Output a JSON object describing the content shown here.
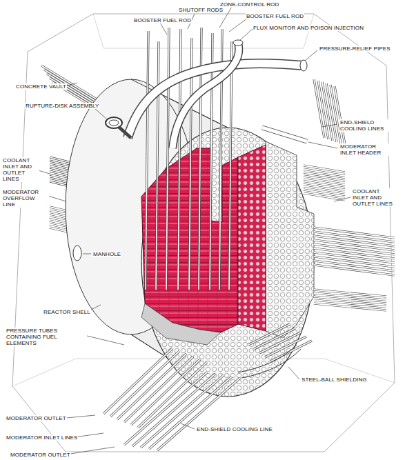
{
  "diagram": {
    "labels": [
      "SHUTOFF RODS",
      "ZONE-CONTROL ROD",
      "BOOSTER FUEL ROD",
      "BOOSTER FUEL ROD",
      "FLUX MONITOR AND POISON INJECTION",
      "PRESSURE-RELIEF PIPES",
      "CONCRETE VAULT",
      "RUPTURE-DISK ASSEMBLY",
      "END-SHIELD COOLING LINES",
      "MODERATOR INLET HEADER",
      "COOLANT INLET AND OUTLET LINES",
      "MODERATOR OVERFLOW LINE",
      "COOLANT INLET AND OUTLET LINES",
      "MANHOLE",
      "REACTOR SHELL",
      "PRESSURE TUBES CONTAINING FUEL ELEMENTS",
      "STEEL-BALL SHIELDING",
      "MODERATOR OUTLET",
      "END-SHIELD COOLING LINE",
      "MODERATOR INLET LINES",
      "MODERATOR OUTLET"
    ]
  }
}
